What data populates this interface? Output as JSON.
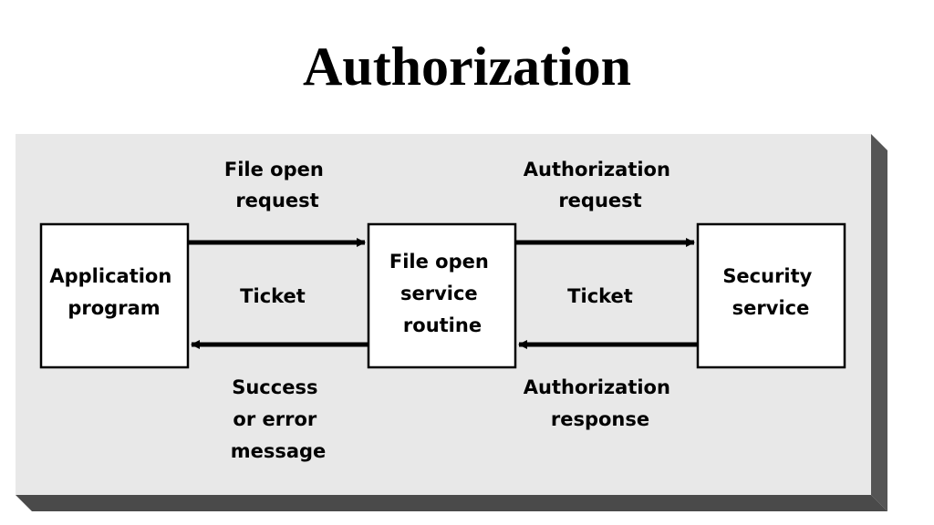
{
  "title": "Authorization",
  "boxes": {
    "application": [
      "Application",
      "program"
    ],
    "file_open": [
      "File open",
      "service",
      "routine"
    ],
    "security": [
      "Security",
      "service"
    ]
  },
  "labels": {
    "file_open_request": [
      "File open",
      "request"
    ],
    "authorization_request": [
      "Authorization",
      "request"
    ],
    "ticket_left": "Ticket",
    "ticket_right": "Ticket",
    "success_error": [
      "Success",
      "or error",
      "message"
    ],
    "authorization_response": [
      "Authorization",
      "response"
    ]
  },
  "colors": {
    "panel": "#e8e8e8",
    "shadow": "#555555",
    "box_fill": "#ffffff",
    "stroke": "#000000"
  }
}
